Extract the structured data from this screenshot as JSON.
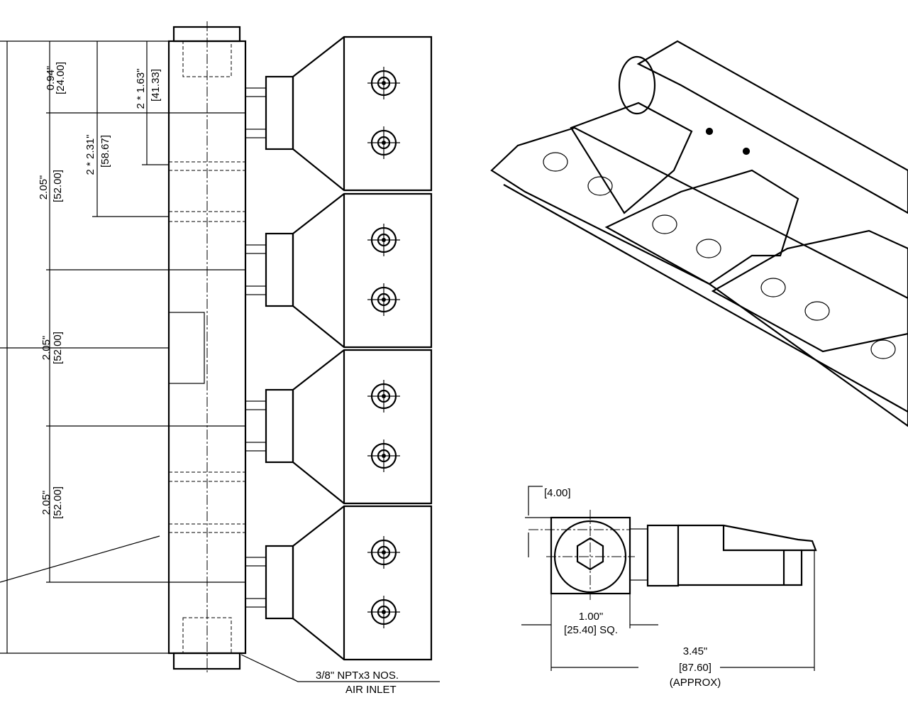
{
  "front_view": {
    "dim_094": {
      "in": "0.94\"",
      "mm": "[24.00]"
    },
    "dim_163": {
      "in": "2 * 1.63\"",
      "mm": "[41.33]"
    },
    "dim_231": {
      "in": "2 * 2.31\"",
      "mm": "[58.67]"
    },
    "dim_205_a": {
      "in": "2.05\"",
      "mm": "[52.00]"
    },
    "dim_205_b": {
      "in": "2.05\"",
      "mm": "[52.00]"
    },
    "dim_205_c": {
      "in": "2.05\"",
      "mm": "[52.00]"
    },
    "air_inlet_note": {
      "line1": "3/8\" NPTx3 NOS.",
      "line2": "AIR INLET"
    }
  },
  "side_view": {
    "dim_top": {
      "mm": "[4.00]"
    },
    "dim_square": {
      "in": "1.00\"",
      "mm": "[25.40] SQ."
    },
    "dim_length": {
      "in": "3.45\"",
      "mm": "[87.60]",
      "note": "(APPROX)"
    }
  }
}
